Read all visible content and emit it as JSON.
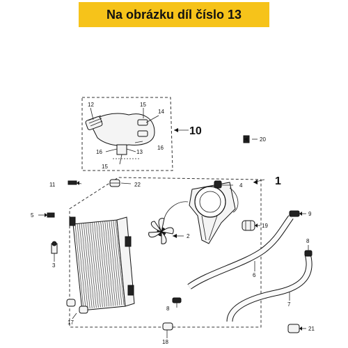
{
  "banner": {
    "text": "Na obrázku díl číslo 13"
  },
  "labels": {
    "p1": "1",
    "p2": "2",
    "p3": "3",
    "p4": "4",
    "p5": "5",
    "p6": "6",
    "p7": "7",
    "p8a": "8",
    "p8b": "8",
    "p9": "9",
    "p10": "10",
    "p11": "11",
    "p12": "12",
    "p13": "13",
    "p14": "14",
    "p15a": "15",
    "p15b": "15",
    "p16a": "16",
    "p16b": "16",
    "p17": "17",
    "p18": "18",
    "p19": "19",
    "p20": "20",
    "p21": "21",
    "p22": "22"
  },
  "colors": {
    "banner": "#f6c31a"
  }
}
